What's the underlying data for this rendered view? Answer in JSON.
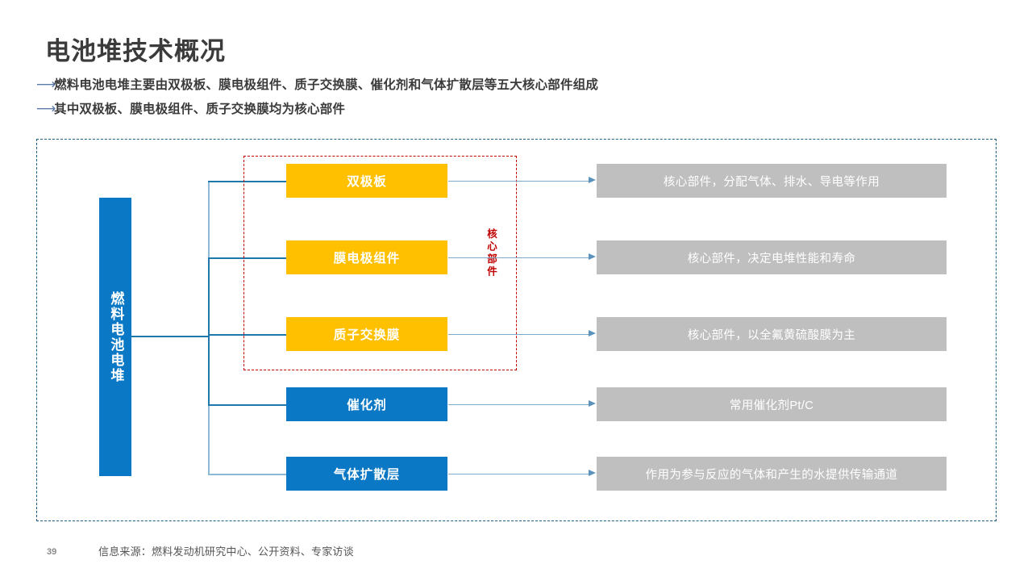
{
  "slide": {
    "title": "电池堆技术概况",
    "bullets": [
      {
        "icon": "arrow-right-icon",
        "text": "燃料电池电堆主要由双极板、膜电极组件、质子交换膜、催化剂和气体扩散层等五大核心部件组成"
      },
      {
        "icon": "arrow-right-icon",
        "text": "其中双极板、膜电极组件、质子交换膜均为核心部件"
      }
    ],
    "page_number": "39",
    "source_note": "信息来源：燃料发动机研究中心、公开资料、专家访谈"
  },
  "diagram": {
    "root": {
      "label": "燃料电池电堆",
      "color": "#0a78c4"
    },
    "core_group": {
      "label": "核心部件",
      "border_color": "#c00000"
    },
    "nodes": [
      {
        "label": "双极板",
        "color": "#ffc000",
        "desc": "核心部件，分配气体、排水、导电等作用"
      },
      {
        "label": "膜电极组件",
        "color": "#ffc000",
        "desc": "核心部件，决定电堆性能和寿命"
      },
      {
        "label": "质子交换膜",
        "color": "#ffc000",
        "desc": "核心部件，以全氟黄硫酸膜为主"
      },
      {
        "label": "催化剂",
        "color": "#0a78c4",
        "desc": "常用催化剂Pt/C"
      },
      {
        "label": "气体扩散层",
        "color": "#0a78c4",
        "desc": "作用为参与反应的气体和产生的水提供传输通道"
      }
    ],
    "desc_box_color": "#bfbfbf",
    "connector_color": "#1f78ab",
    "frame_color": "#1c5f82"
  }
}
